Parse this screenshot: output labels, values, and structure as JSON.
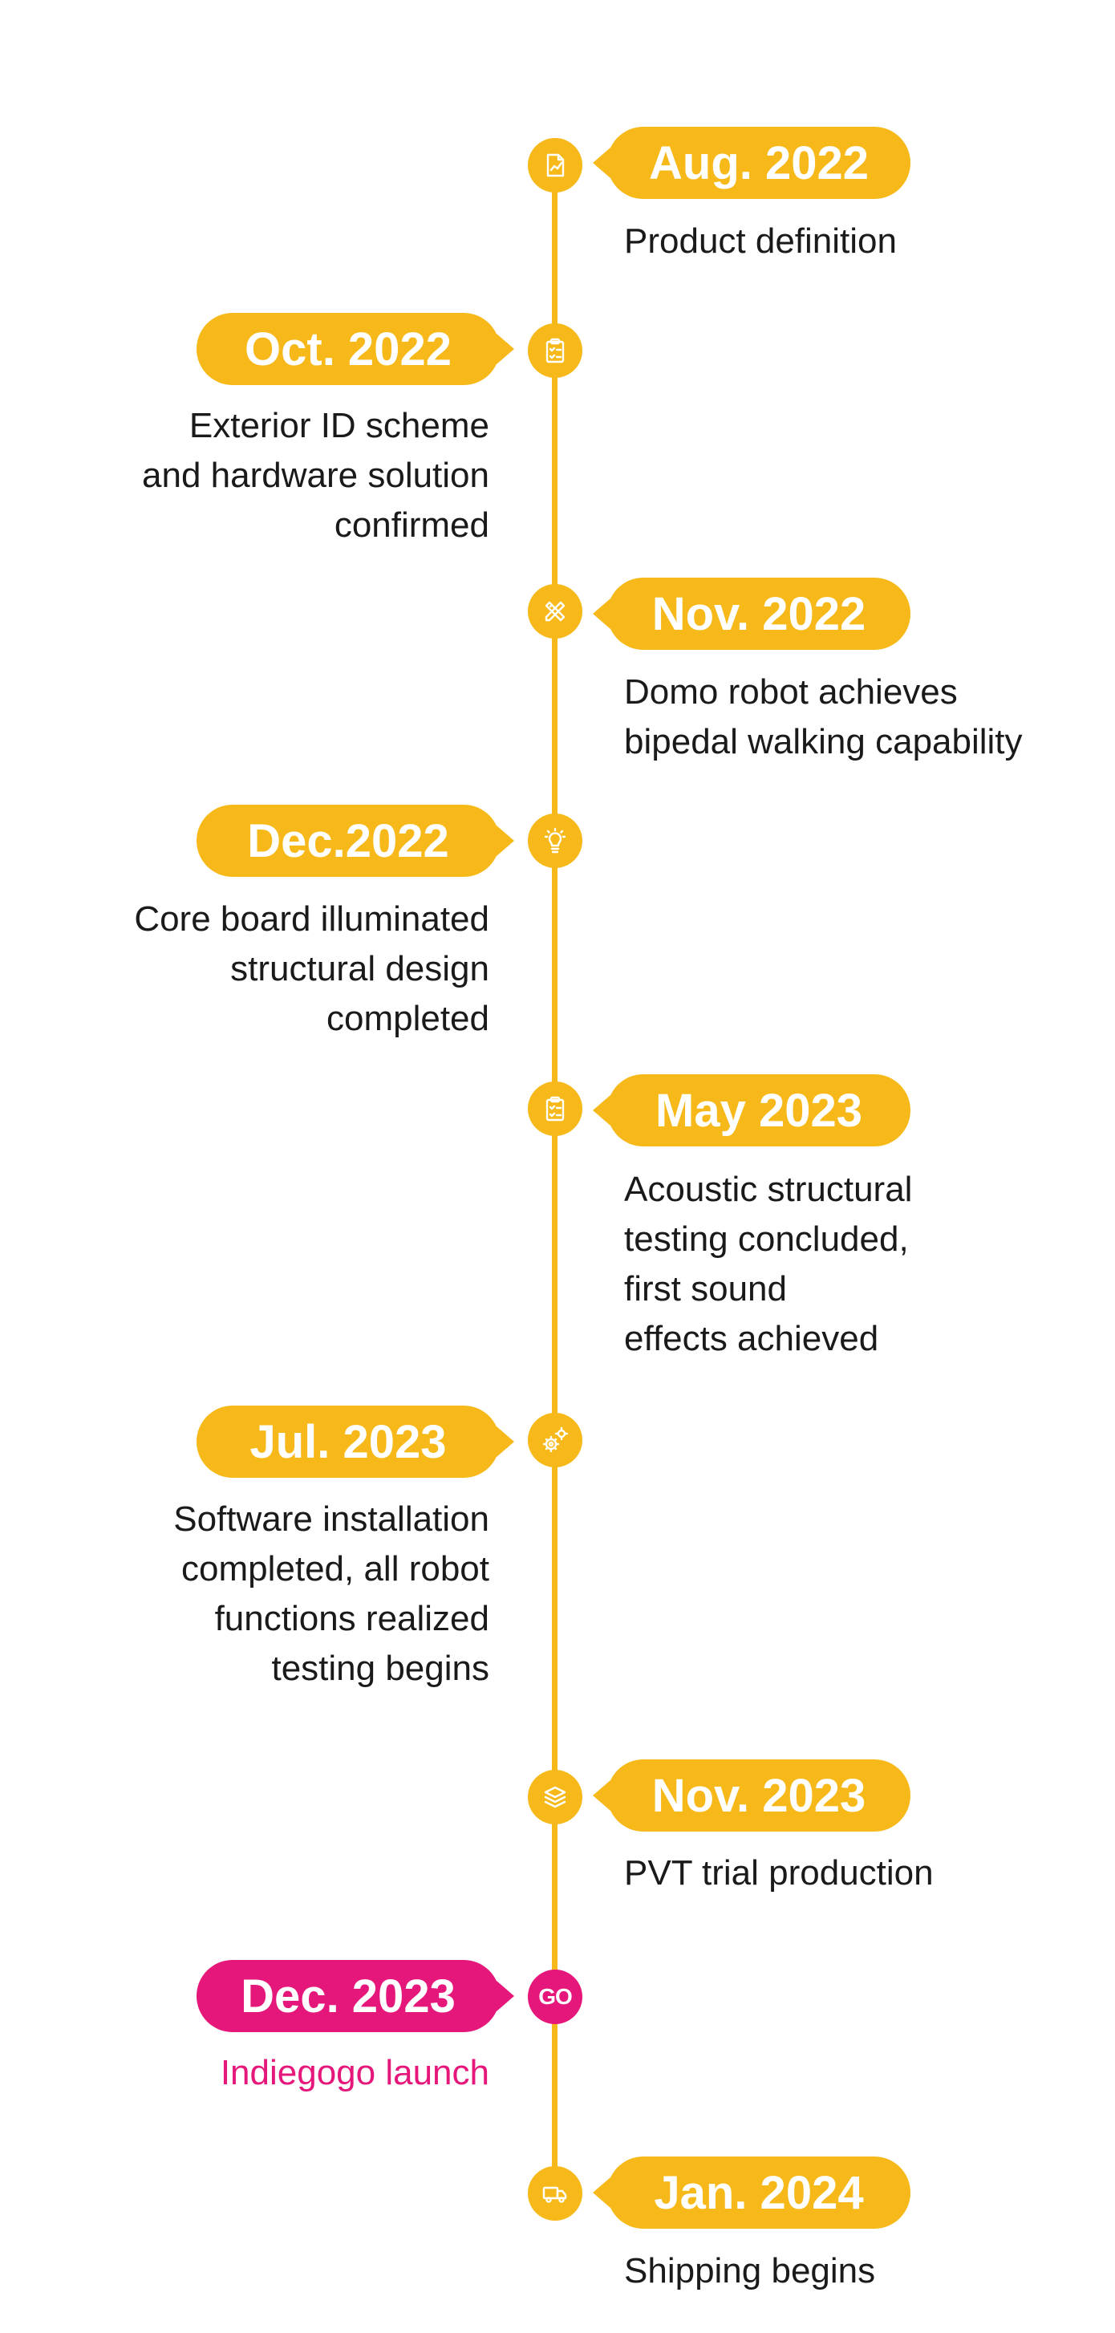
{
  "colors": {
    "accent": "#f7b91a",
    "highlight": "#e6177a",
    "text": "#1a1a1a"
  },
  "milestones": [
    {
      "date": "Aug. 2022",
      "icon": "chart-report-icon",
      "lines": [
        "Product definition"
      ]
    },
    {
      "date": "Oct. 2022",
      "icon": "clipboard-check-icon",
      "lines": [
        "Exterior ID scheme",
        "and hardware solution",
        "confirmed"
      ]
    },
    {
      "date": "Nov. 2022",
      "icon": "pencil-ruler-icon",
      "lines": [
        "Domo robot achieves",
        "bipedal walking capability"
      ]
    },
    {
      "date": "Dec.2022",
      "icon": "lightbulb-icon",
      "lines": [
        "Core board illuminated",
        "structural design",
        "completed"
      ]
    },
    {
      "date": "May 2023",
      "icon": "clipboard-check-icon",
      "lines": [
        "Acoustic structural",
        "testing concluded,",
        "first sound",
        "effects achieved"
      ]
    },
    {
      "date": "Jul. 2023",
      "icon": "gears-icon",
      "lines": [
        "Software installation",
        "completed, all robot",
        "functions realized",
        "testing begins"
      ]
    },
    {
      "date": "Nov. 2023",
      "icon": "layers-icon",
      "lines": [
        "PVT trial production"
      ]
    },
    {
      "date": "Dec.  2023",
      "icon": "go-badge-icon",
      "icon_text": "GO",
      "lines": [
        "Indiegogo launch"
      ]
    },
    {
      "date": "Jan. 2024",
      "icon": "delivery-truck-icon",
      "lines": [
        "Shipping begins"
      ]
    }
  ]
}
